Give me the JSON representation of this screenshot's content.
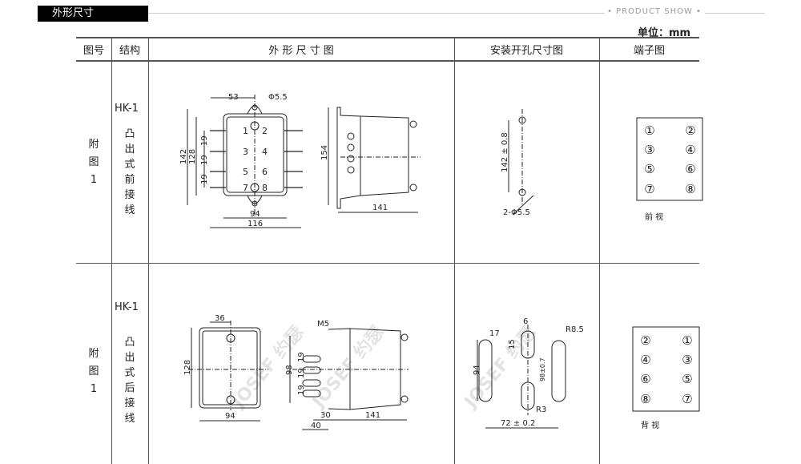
{
  "section_title": "外形尺寸",
  "product_show": "• PRODUCT SHOW •",
  "unit": "单位：mm",
  "headers": [
    "图号",
    "结构",
    "外 形 尺 寸 图",
    "安装开孔尺寸图",
    "端子图"
  ],
  "rows": [
    {
      "fig": [
        "附",
        "图",
        "1"
      ],
      "model": "HK-1",
      "structure": [
        "凸",
        "出",
        "式",
        "前",
        "接",
        "线"
      ],
      "outline": {
        "d53": "53",
        "phi": "Φ5.5",
        "d142": "142",
        "d128": "128",
        "d19": "19",
        "d94": "94",
        "d116": "116",
        "d154": "154",
        "d141": "141",
        "pins": [
          "1",
          "2",
          "3",
          "4",
          "5",
          "6",
          "7",
          "8"
        ]
      },
      "cutout": {
        "d": "142 ± 0.8",
        "hole": "2-Φ5.5"
      },
      "terminals": [
        "①",
        "②",
        "③",
        "④",
        "⑤",
        "⑥",
        "⑦",
        "⑧"
      ],
      "view": "前  视"
    },
    {
      "fig": [
        "附",
        "图",
        "1"
      ],
      "model": "HK-1",
      "structure": [
        "凸",
        "出",
        "式",
        "后",
        "接",
        "线"
      ],
      "outline": {
        "d36": "36",
        "d128": "128",
        "d94": "94",
        "m5": "M5",
        "d98": "98",
        "d19": "19",
        "d30": "30",
        "d40": "40",
        "d141": "141"
      },
      "cutout": {
        "d17": "17",
        "d6": "6",
        "d15": "15",
        "r85": "R8.5",
        "d94": "94",
        "d98": "98±0.7",
        "r3": "R3",
        "d72": "72 ± 0.2"
      },
      "terminals": [
        "②",
        "①",
        "④",
        "③",
        "⑥",
        "⑤",
        "⑧",
        "⑦"
      ],
      "view": "背  视"
    }
  ],
  "watermark": "JOSEF 约瑟"
}
